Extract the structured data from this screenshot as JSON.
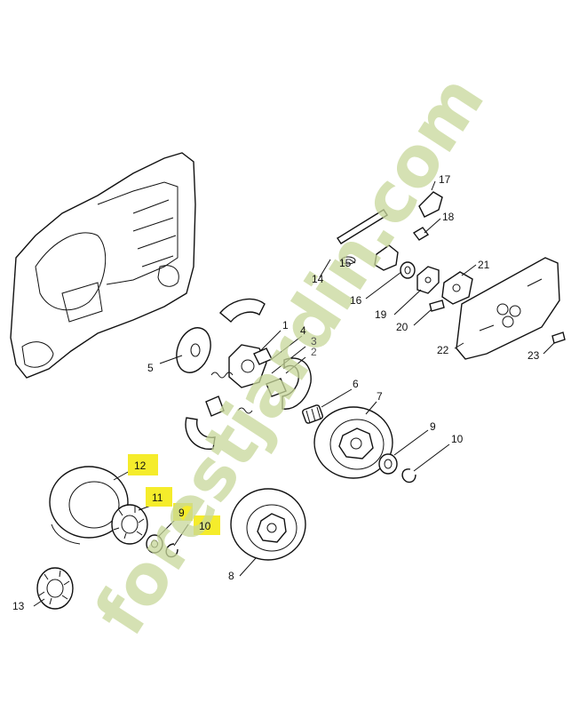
{
  "watermark": "forestjardin.com",
  "watermark_color": "#c8d89a",
  "watermark_com_color": "#cbbfae",
  "highlight_color": "#f5ec2b",
  "labels": {
    "p1": "1",
    "p2": "2",
    "p3": "3",
    "p4": "4",
    "p5": "5",
    "p6": "6",
    "p7": "7",
    "p8": "8",
    "p9a": "9",
    "p9b": "9",
    "p10a": "10",
    "p10b": "10",
    "p11": "11",
    "p12": "12",
    "p13": "13",
    "p14": "14",
    "p15": "15",
    "p16": "16",
    "p17": "17",
    "p18": "18",
    "p19": "19",
    "p20": "20",
    "p21": "21",
    "p22": "22",
    "p23": "23"
  }
}
